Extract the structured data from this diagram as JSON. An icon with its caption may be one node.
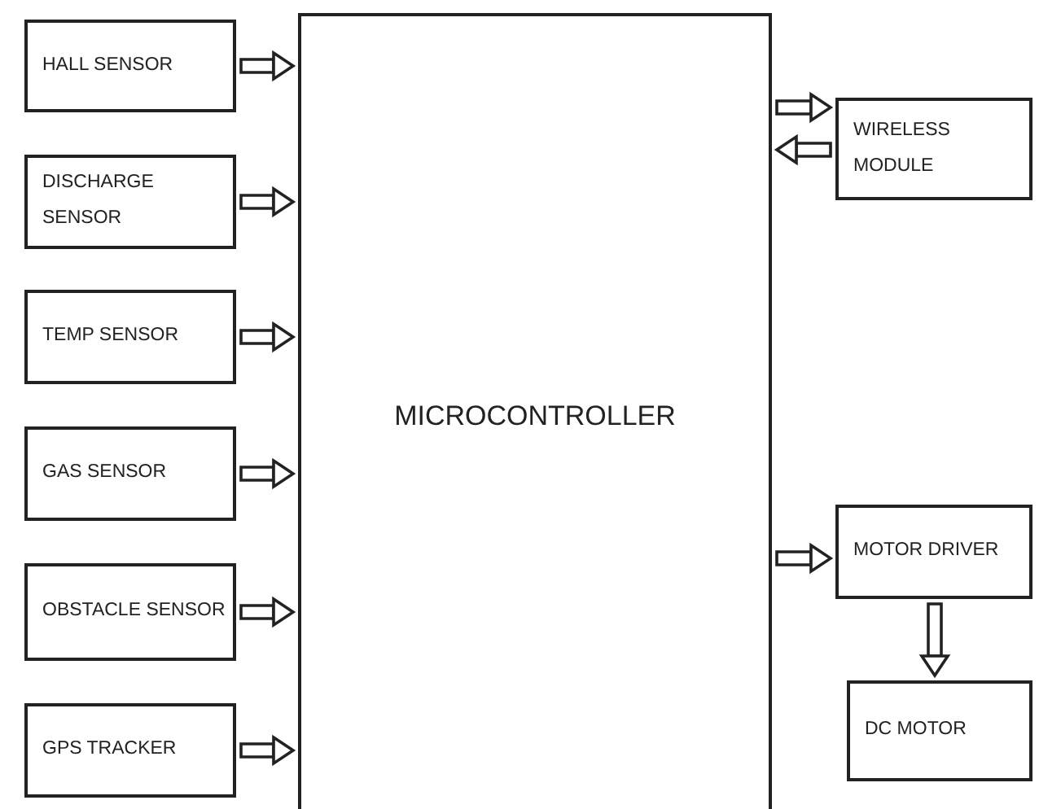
{
  "diagram": {
    "nodes": [
      {
        "text": [
          "HALL SENSOR"
        ]
      },
      {
        "text": [
          "DISCHARGE SENSOR"
        ]
      },
      {
        "text": [
          "TEMP SENSOR"
        ]
      },
      {
        "text": [
          "GAS SENSOR"
        ]
      },
      {
        "text": [
          "OBSTACLE SENSOR"
        ]
      },
      {
        "text": [
          "GPS TRACKER"
        ]
      },
      {
        "text": [
          "MICROCONTROLLER"
        ]
      },
      {
        "text": [
          "WIRELESS MODULE"
        ]
      },
      {
        "text": [
          "MOTOR DRIVER"
        ]
      },
      {
        "text": [
          "DC MOTOR"
        ]
      }
    ],
    "edges": [
      {
        "from": 0,
        "to": 6,
        "arrow": "to"
      },
      {
        "from": 1,
        "to": 6,
        "arrow": "to"
      },
      {
        "from": 2,
        "to": 6,
        "arrow": "to"
      },
      {
        "from": 3,
        "to": 6,
        "arrow": "to"
      },
      {
        "from": 4,
        "to": 6,
        "arrow": "to"
      },
      {
        "from": 5,
        "to": 6,
        "arrow": "to"
      },
      {
        "from": 6,
        "to": 7,
        "arrow": "to"
      },
      {
        "from": 7,
        "to": 6,
        "arrow": "to"
      },
      {
        "from": 6,
        "to": 8,
        "arrow": "to"
      },
      {
        "from": 8,
        "to": 9,
        "arrow": "to"
      }
    ]
  }
}
